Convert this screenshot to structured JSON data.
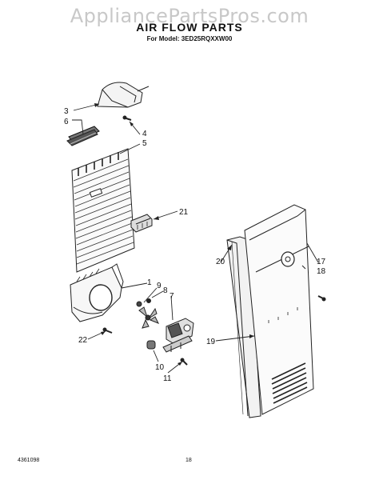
{
  "watermark": "AppliancePartsPros.com",
  "title": "AIR FLOW PARTS",
  "model_line": "For Model: 3ED25RQXXW00",
  "callouts": [
    "3",
    "6",
    "4",
    "5",
    "21",
    "20",
    "17",
    "18",
    "19",
    "1",
    "9",
    "8",
    "7",
    "22",
    "10",
    "11"
  ],
  "footer": {
    "doc_number": "4361098",
    "page_number": "18"
  }
}
